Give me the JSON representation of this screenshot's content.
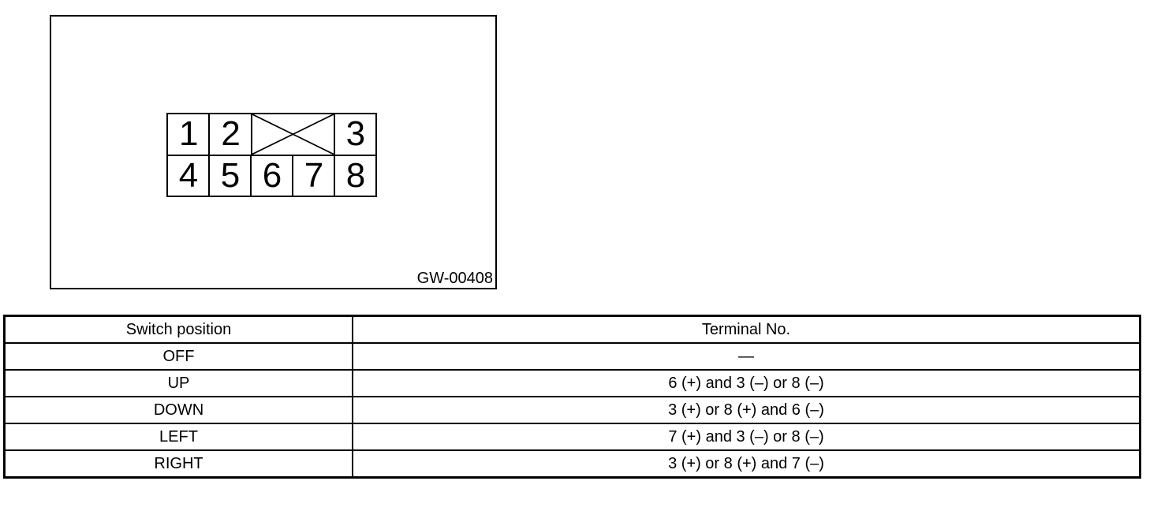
{
  "page": {
    "background_color": "#ffffff",
    "ink_color": "#000000"
  },
  "figure": {
    "figure_id": "GW-00408",
    "connector": {
      "top_pins": [
        "1",
        "2",
        "3"
      ],
      "bottom_pins": [
        "4",
        "5",
        "6",
        "7",
        "8"
      ],
      "blocked_cell_icon": "x-cross"
    }
  },
  "table": {
    "headers": {
      "position": "Switch position",
      "terminal": "Terminal No."
    },
    "rows": [
      {
        "position": "OFF",
        "terminal": "—"
      },
      {
        "position": "UP",
        "terminal": "6 (+) and 3 (–) or 8 (–)"
      },
      {
        "position": "DOWN",
        "terminal": "3 (+) or 8 (+) and 6 (–)"
      },
      {
        "position": "LEFT",
        "terminal": "7 (+) and 3 (–) or 8 (–)"
      },
      {
        "position": "RIGHT",
        "terminal": "3 (+) or 8 (+) and 7 (–)"
      }
    ]
  }
}
